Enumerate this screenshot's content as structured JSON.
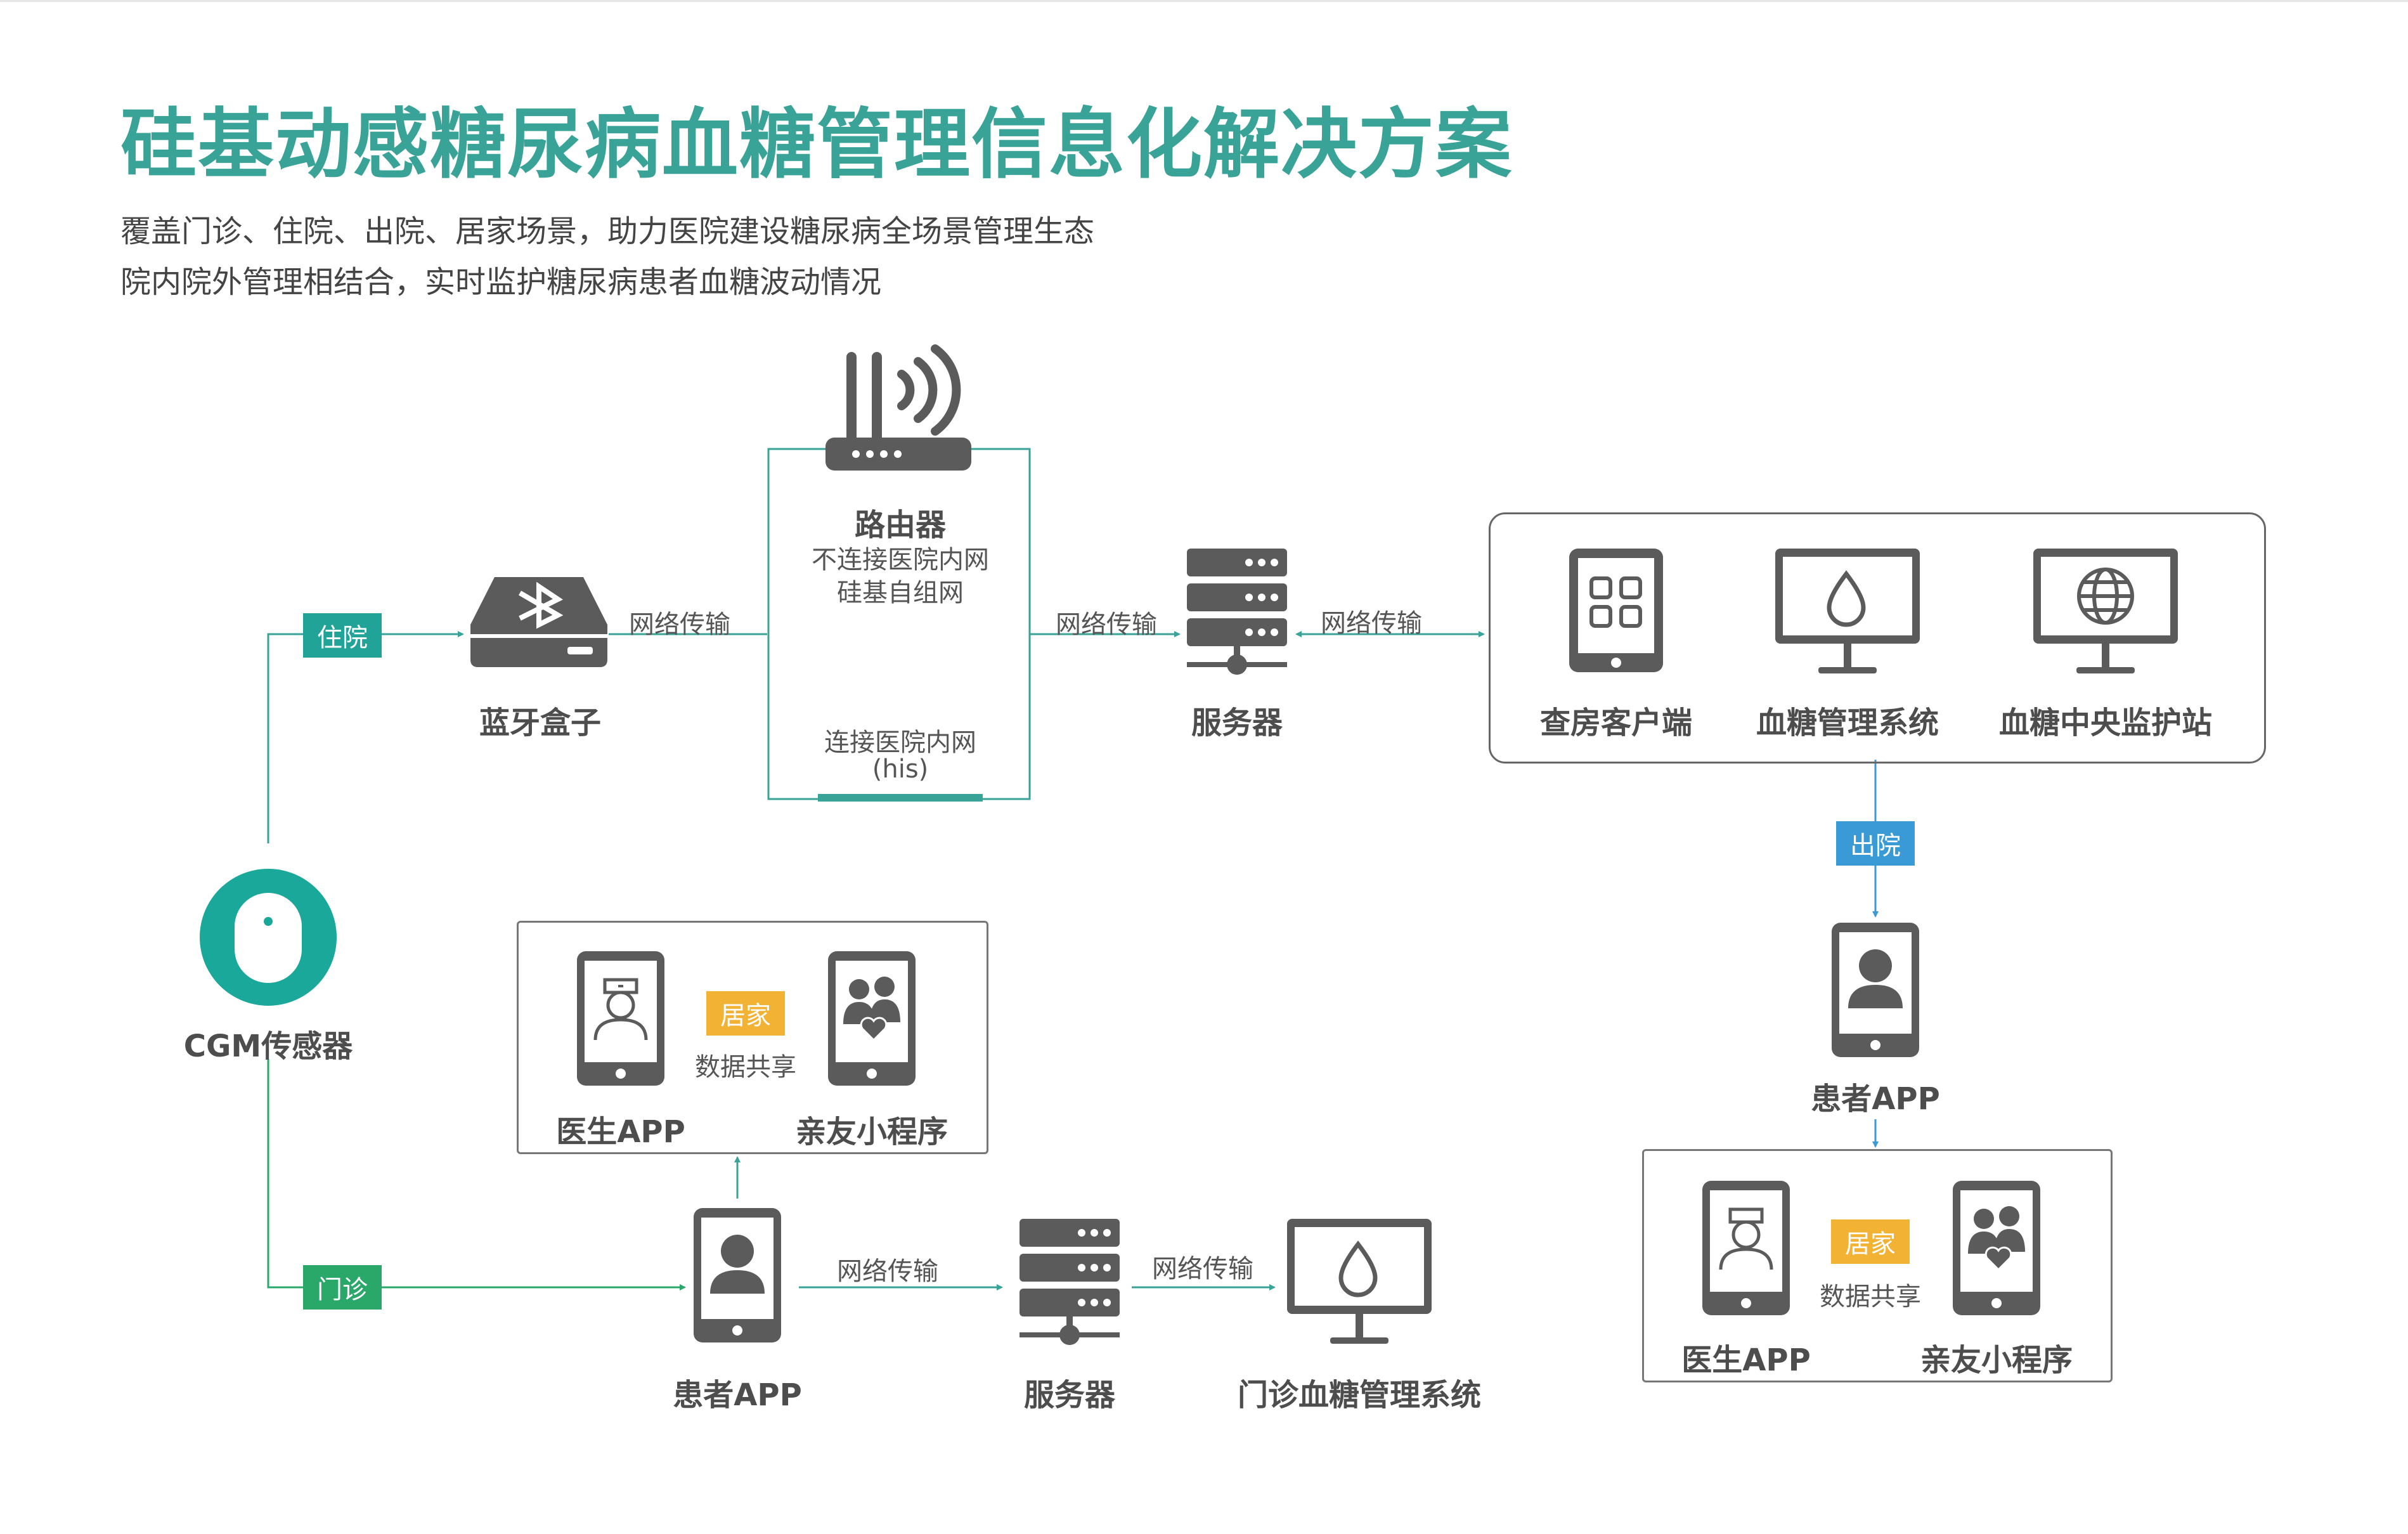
{
  "title": "硅基动感糖尿病血糖管理信息化解决方案",
  "subtitle_lines": [
    "覆盖门诊、住院、出院、居家场景，助力医院建设糖尿病全场景管理生态",
    "院内院外管理相结合，实时监护糖尿病患者血糖波动情况"
  ],
  "colors": {
    "teal": "#3aa397",
    "green": "#2aa86a",
    "blue": "#3a9ad6",
    "orange": "#f2b233",
    "icon_gray": "#5b5b5b"
  },
  "nodes": {
    "cgm": "CGM传感器",
    "bt_box": "蓝牙盒子",
    "router": {
      "title": "路由器",
      "line1": "不连接医院内网",
      "line2": "硅基自组网",
      "bottom1": "连接医院内网",
      "bottom2": "(his)"
    },
    "server_top": "服务器",
    "ward_client": "查房客户端",
    "glucose_system": "血糖管理系统",
    "central_station": "血糖中央监护站",
    "patient_app_right": "患者APP",
    "doctor_app_right": "医生APP",
    "family_mini_right": "亲友小程序",
    "doctor_app_left": "医生APP",
    "family_mini_left": "亲友小程序",
    "patient_app_bottom": "患者APP",
    "server_bottom": "服务器",
    "outpatient_system": "门诊血糖管理系统"
  },
  "tags": {
    "inpatient": "住院",
    "outpatient": "门诊",
    "discharge": "出院",
    "home_left": "居家",
    "home_right": "居家",
    "share_left": "数据共享",
    "share_right": "数据共享"
  },
  "edge_labels": {
    "bt_to_router": "网络传输",
    "router_to_server": "网络传输",
    "server_to_systems": "网络传输",
    "app_to_server": "网络传输",
    "server_to_outpatient": "网络传输"
  },
  "icons": [
    "bluetooth-box-icon",
    "router-icon",
    "server-icon",
    "tablet-icon",
    "monitor-drop-icon",
    "monitor-globe-icon",
    "phone-person-icon",
    "phone-doctor-icon",
    "phone-family-icon",
    "cgm-sensor-icon"
  ]
}
